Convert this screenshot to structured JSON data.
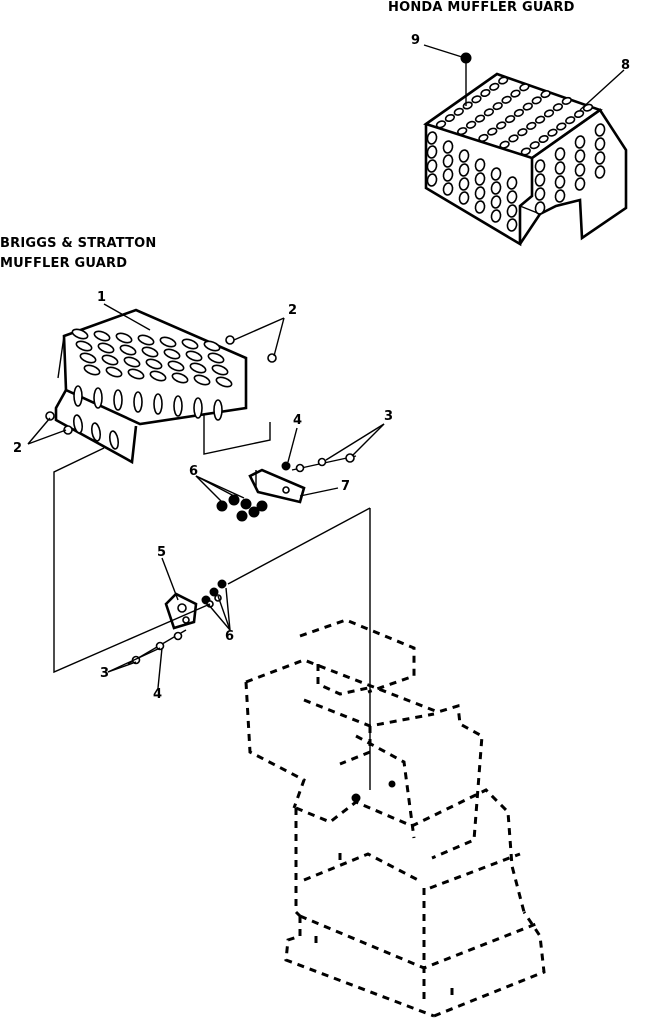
{
  "titles": {
    "honda": "HONDA MUFFLER GUARD",
    "briggs_line1": "BRIGGS & STRATTON",
    "briggs_line2": "MUFFLER GUARD"
  },
  "callouts": {
    "c1": "1",
    "c2a": "2",
    "c2b": "2",
    "c3a": "3",
    "c3b": "3",
    "c4a": "4",
    "c4b": "4",
    "c5": "5",
    "c6a": "6",
    "c6b": "6",
    "c7": "7",
    "c8": "8",
    "c9": "9"
  },
  "colors": {
    "ink": "#000000",
    "paper": "#ffffff"
  }
}
